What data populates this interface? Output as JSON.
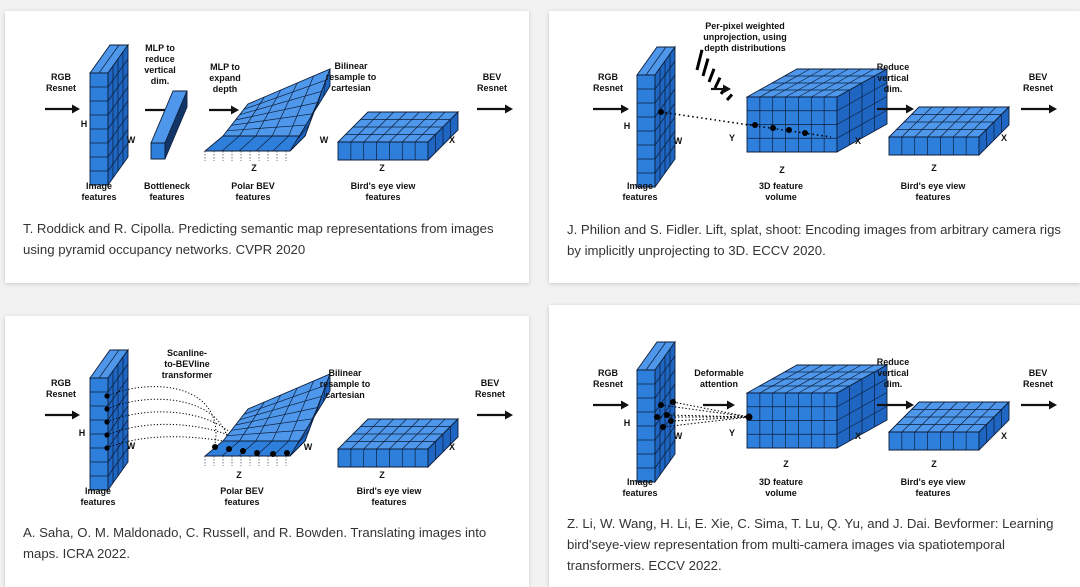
{
  "colors": {
    "face": "#2e7fdc",
    "side": "#1f66c2",
    "top": "#4e97ea",
    "line": "#0d1e3a",
    "arrow": "#111111"
  },
  "panels": [
    {
      "caption": "T. Roddick and R. Cipolla. Predicting semantic map representations from images using pyramid occupancy networks. CVPR 2020",
      "labels": {
        "rgb": [
          "RGB",
          "Resnet"
        ],
        "h": "H",
        "w": "W",
        "image_features": [
          "Image",
          "features"
        ],
        "mlp_reduce": [
          "MLP to",
          "reduce",
          "vertical",
          "dim."
        ],
        "bottleneck": [
          "Bottleneck",
          "features"
        ],
        "mlp_expand": [
          "MLP to",
          "expand",
          "depth"
        ],
        "polar_w": "W",
        "polar_z": "Z",
        "polar": [
          "Polar BEV",
          "features"
        ],
        "bilinear": [
          "Bilinear",
          "resample to",
          "cartesian"
        ],
        "bev_x": "X",
        "bev_z": "Z",
        "birds": [
          "Bird's eye view",
          "features"
        ],
        "bev_out": [
          "BEV",
          "Resnet"
        ]
      }
    },
    {
      "caption": "J. Philion and S. Fidler. Lift, splat, shoot: Encoding images from arbitrary camera rigs by implicitly unprojecting to 3D. ECCV 2020.",
      "labels": {
        "rgb": [
          "RGB",
          "Resnet"
        ],
        "h": "H",
        "w": "W",
        "image_features": [
          "Image",
          "features"
        ],
        "unproj": [
          "Per-pixel weighted",
          "unprojection, using",
          "depth distributions"
        ],
        "vol_y": "Y",
        "vol_x": "X",
        "vol_z": "Z",
        "volume": [
          "3D feature",
          "volume"
        ],
        "reduce": [
          "Reduce",
          "vertical",
          "dim."
        ],
        "bev_x": "X",
        "bev_z": "Z",
        "birds": [
          "Bird's eye view",
          "features"
        ],
        "bev_out": [
          "BEV",
          "Resnet"
        ]
      }
    },
    {
      "caption": "A. Saha, O. M. Maldonado, C. Russell, and R. Bowden. Translating images into maps. ICRA 2022.",
      "labels": {
        "rgb": [
          "RGB",
          "Resnet"
        ],
        "h": "H",
        "w": "W",
        "image_features": [
          "Image",
          "features"
        ],
        "scanline": [
          "Scanline-",
          "to-BEVline",
          "transformer"
        ],
        "polar_w": "W",
        "polar_z": "Z",
        "polar": [
          "Polar BEV",
          "features"
        ],
        "bilinear": [
          "Bilinear",
          "resample to",
          "cartesian"
        ],
        "bev_x": "X",
        "bev_z": "Z",
        "birds": [
          "Bird's eye view",
          "features"
        ],
        "bev_out": [
          "BEV",
          "Resnet"
        ]
      }
    },
    {
      "caption": "Z. Li, W. Wang, H. Li, E. Xie, C. Sima, T. Lu, Q. Yu, and J. Dai. Bevformer: Learning bird'seye-view representation from multi-camera images via spatiotemporal transformers. ECCV 2022.",
      "labels": {
        "rgb": [
          "RGB",
          "Resnet"
        ],
        "h": "H",
        "w": "W",
        "image_features": [
          "Image",
          "features"
        ],
        "deformable": [
          "Deformable",
          "attention"
        ],
        "vol_y": "Y",
        "vol_x": "X",
        "vol_z": "Z",
        "volume": [
          "3D feature",
          "volume"
        ],
        "reduce": [
          "Reduce",
          "vertical",
          "dim."
        ],
        "bev_x": "X",
        "bev_z": "Z",
        "birds": [
          "Bird's eye view",
          "features"
        ],
        "bev_out": [
          "BEV",
          "Resnet"
        ]
      }
    }
  ]
}
